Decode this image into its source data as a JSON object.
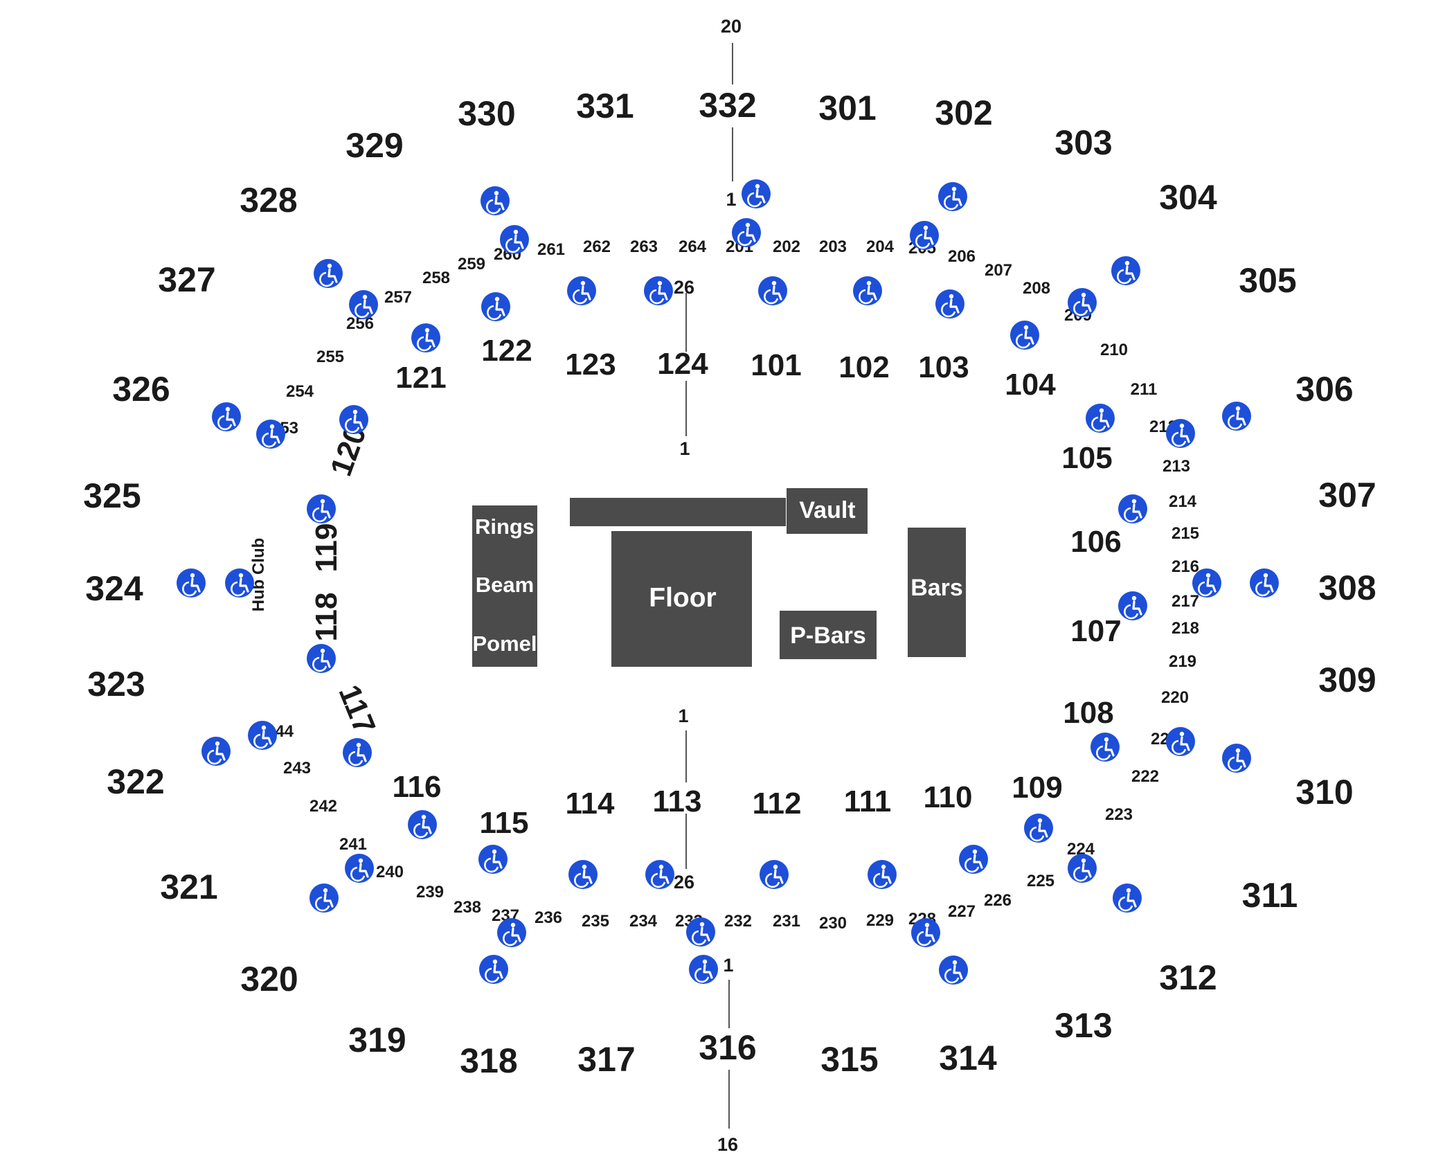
{
  "colors": {
    "apparatus_fill": "#4b4b4b",
    "accessible_icon": "#1d4fd8",
    "label_text": "#1a1a1a",
    "background": "#ffffff"
  },
  "icons": {
    "accessible_seating": "wheelchair-icon"
  },
  "floor_apparatus": {
    "rings": "Rings",
    "beam": "Beam",
    "pomel": "Pomel",
    "floor": "Floor",
    "vault": "Vault",
    "p_bars": "P-Bars",
    "bars": "Bars"
  },
  "hub_club": "Hub Club",
  "row_markers": {
    "n_top": "20",
    "n_upper_start": "1",
    "n_mid_end": "26",
    "n_lower_start": "1",
    "s_lower_start": "1",
    "s_mid_end": "26",
    "s_upper_start": "1",
    "s_bottom": "16"
  },
  "sections_300": [
    "301",
    "302",
    "303",
    "304",
    "305",
    "306",
    "307",
    "308",
    "309",
    "310",
    "311",
    "312",
    "313",
    "314",
    "315",
    "316",
    "317",
    "318",
    "319",
    "320",
    "321",
    "322",
    "323",
    "324",
    "325",
    "326",
    "327",
    "328",
    "329",
    "330",
    "331",
    "332"
  ],
  "sections_200": [
    "201",
    "202",
    "203",
    "204",
    "205",
    "206",
    "207",
    "208",
    "209",
    "210",
    "211",
    "212",
    "213",
    "214",
    "215",
    "216",
    "217",
    "218",
    "219",
    "220",
    "221",
    "222",
    "223",
    "224",
    "225",
    "226",
    "227",
    "228",
    "229",
    "230",
    "231",
    "232",
    "233",
    "234",
    "235",
    "236",
    "237",
    "238",
    "239",
    "240",
    "241",
    "242",
    "243",
    "244",
    "253",
    "254",
    "255",
    "256",
    "257",
    "258",
    "259",
    "260",
    "261",
    "262",
    "263",
    "264"
  ],
  "sections_100": [
    "101",
    "102",
    "103",
    "104",
    "105",
    "106",
    "107",
    "108",
    "109",
    "110",
    "111",
    "112",
    "113",
    "114",
    "115",
    "116",
    "117",
    "118",
    "119",
    "120",
    "121",
    "122",
    "123",
    "124"
  ]
}
